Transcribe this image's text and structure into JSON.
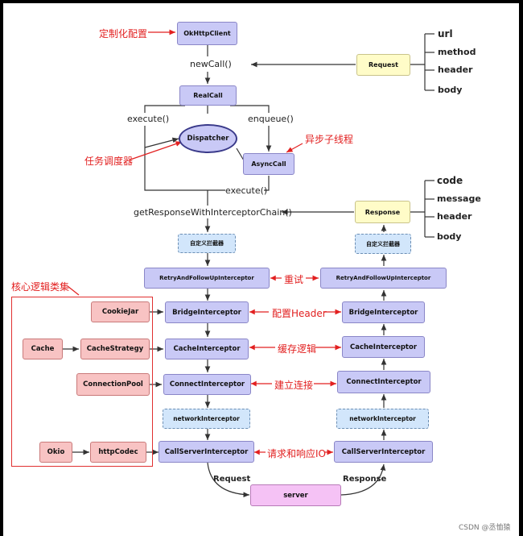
{
  "nodes": {
    "okhttpclient": "OkHttpClient",
    "request": "Request",
    "realcall": "RealCall",
    "dispatcher": "Dispatcher",
    "asynccall": "AsyncCall",
    "response": "Response",
    "custom_interceptor_left": "自定义拦截器",
    "custom_interceptor_right": "自定义拦截器",
    "retry_left": "RetryAndFollowUpInterceptor",
    "retry_right": "RetryAndFollowUpInterceptor",
    "cookiejar": "CookieJar",
    "bridge_left": "BridgeInterceptor",
    "bridge_right": "BridgeInterceptor",
    "cache": "Cache",
    "cachestrategy": "CacheStrategy",
    "cache_left": "CacheInterceptor",
    "cache_right": "CacheInterceptor",
    "connectionpool": "ConnectionPool",
    "connect_left": "ConnectInterceptor",
    "connect_right": "ConnectInterceptor",
    "network_left": "networkInterceptor",
    "network_right": "networkInterceptor",
    "okio": "Okio",
    "httpcodec": "httpCodec",
    "callserver_left": "CallServerInterceptor",
    "callserver_right": "CallServerInterceptor",
    "server": "server"
  },
  "labels": {
    "newcall": "newCall()",
    "execute_left": "execute()",
    "enqueue": "enqueue()",
    "execute_bottom": "execute()",
    "get_chain": "getResponseWithInterceptorChain()",
    "request_bottom": "Request",
    "response_bottom": "Response"
  },
  "request_fields": [
    "url",
    "method",
    "header",
    "body"
  ],
  "response_fields": [
    "code",
    "message",
    "header",
    "body"
  ],
  "annotations": {
    "custom_config": "定制化配置",
    "task_dispatcher": "任务调度器",
    "async_thread": "异步子线程",
    "core_classes": "核心逻辑类集",
    "retry": "重试",
    "config_header": "配置Header",
    "cache_logic": "缓存逻辑",
    "connect": "建立连接",
    "request_io": "请求和响应IO"
  },
  "watermark": "CSDN @丞恤猿",
  "colors": {
    "interceptor": "#c9c9f6",
    "helper": "#f8c3c3",
    "request_response": "#fffcc8",
    "server": "#f5c2f5",
    "custom": "#d2e6fb",
    "annotation": "#e22020"
  }
}
